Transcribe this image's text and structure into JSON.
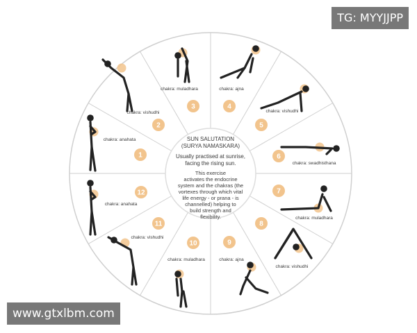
{
  "center": {
    "title": "SUN SALUTATION",
    "subtitle": "(SURYA NAMASKARA)",
    "p1": [
      "Usually practised at sunrise,",
      "facing the rising sun."
    ],
    "p2": [
      "This exercise",
      "activates the endocrine",
      "system and the chakras (the",
      "vortexes through which vital",
      "life energy - or prana - is",
      "channelled) helping to",
      "build strength and",
      "flexibility."
    ]
  },
  "steps": [
    {
      "num": "1",
      "chakra": "chakra: anahata"
    },
    {
      "num": "2",
      "chakra": "chakra: vishudhi"
    },
    {
      "num": "3",
      "chakra": "chakra: muladhara"
    },
    {
      "num": "4",
      "chakra": "chakra: ajna"
    },
    {
      "num": "5",
      "chakra": "chakra: vishudhi"
    },
    {
      "num": "6",
      "chakra": "chakra: swadhisthana"
    },
    {
      "num": "7",
      "chakra": "chakra: muladhara"
    },
    {
      "num": "8",
      "chakra": "chakra: vishudhi"
    },
    {
      "num": "9",
      "chakra": "chakra: ajna"
    },
    {
      "num": "10",
      "chakra": "chakra: muladhara"
    },
    {
      "num": "11",
      "chakra": "chakra: vishudhi"
    },
    {
      "num": "12",
      "chakra": "chakra: anahata"
    }
  ],
  "colors": {
    "accent": "#f2c48d",
    "line": "#cfcfcf",
    "text": "#3a3a3a",
    "body": "#222222"
  },
  "watermarks": {
    "top": "TG: MYYJJPP",
    "bottom": "www.gtxlbm.com"
  }
}
